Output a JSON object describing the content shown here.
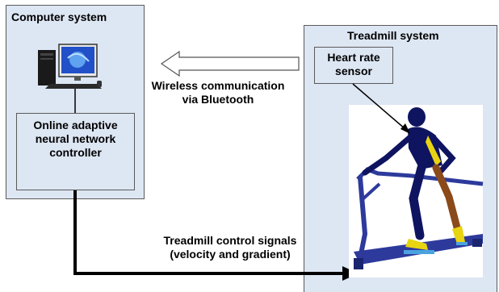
{
  "computer_system": {
    "title": "Computer system",
    "controller_lines": [
      "Online adaptive",
      "neural network",
      "controller"
    ]
  },
  "treadmill_system": {
    "title": "Treadmill system",
    "sensor_lines": [
      "Heart rate",
      "sensor"
    ]
  },
  "wireless_link": {
    "lines": [
      "Wireless communication",
      "via Bluetooth"
    ]
  },
  "control_signal": {
    "lines": [
      "Treadmill control signals",
      "(velocity and gradient)"
    ]
  },
  "colors": {
    "panel_fill": "#dde6f3",
    "border": "#5a5a5a",
    "runner_body": "#0e1460",
    "runner_accent": "#e8d410",
    "treadmill": "#2d3a9c",
    "arrow_fill": "#ffffff"
  }
}
